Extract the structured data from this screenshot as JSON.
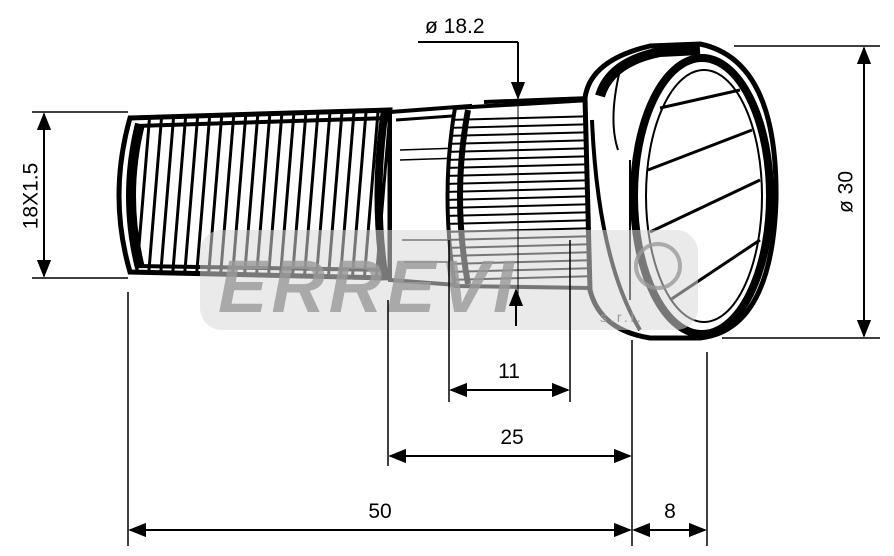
{
  "dimensions": {
    "thread": "18X1.5",
    "knurl_diameter": "ø 18.2",
    "head_diameter": "ø 30",
    "knurl_length": "11",
    "shoulder_length": "25",
    "shank_length": "50",
    "head_thickness": "8"
  },
  "watermark": {
    "brand": "ERREVI",
    "suffix": "s.r.l."
  },
  "colors": {
    "ink": "#000000",
    "paper": "#ffffff",
    "watermark": "#9a9a9a"
  }
}
